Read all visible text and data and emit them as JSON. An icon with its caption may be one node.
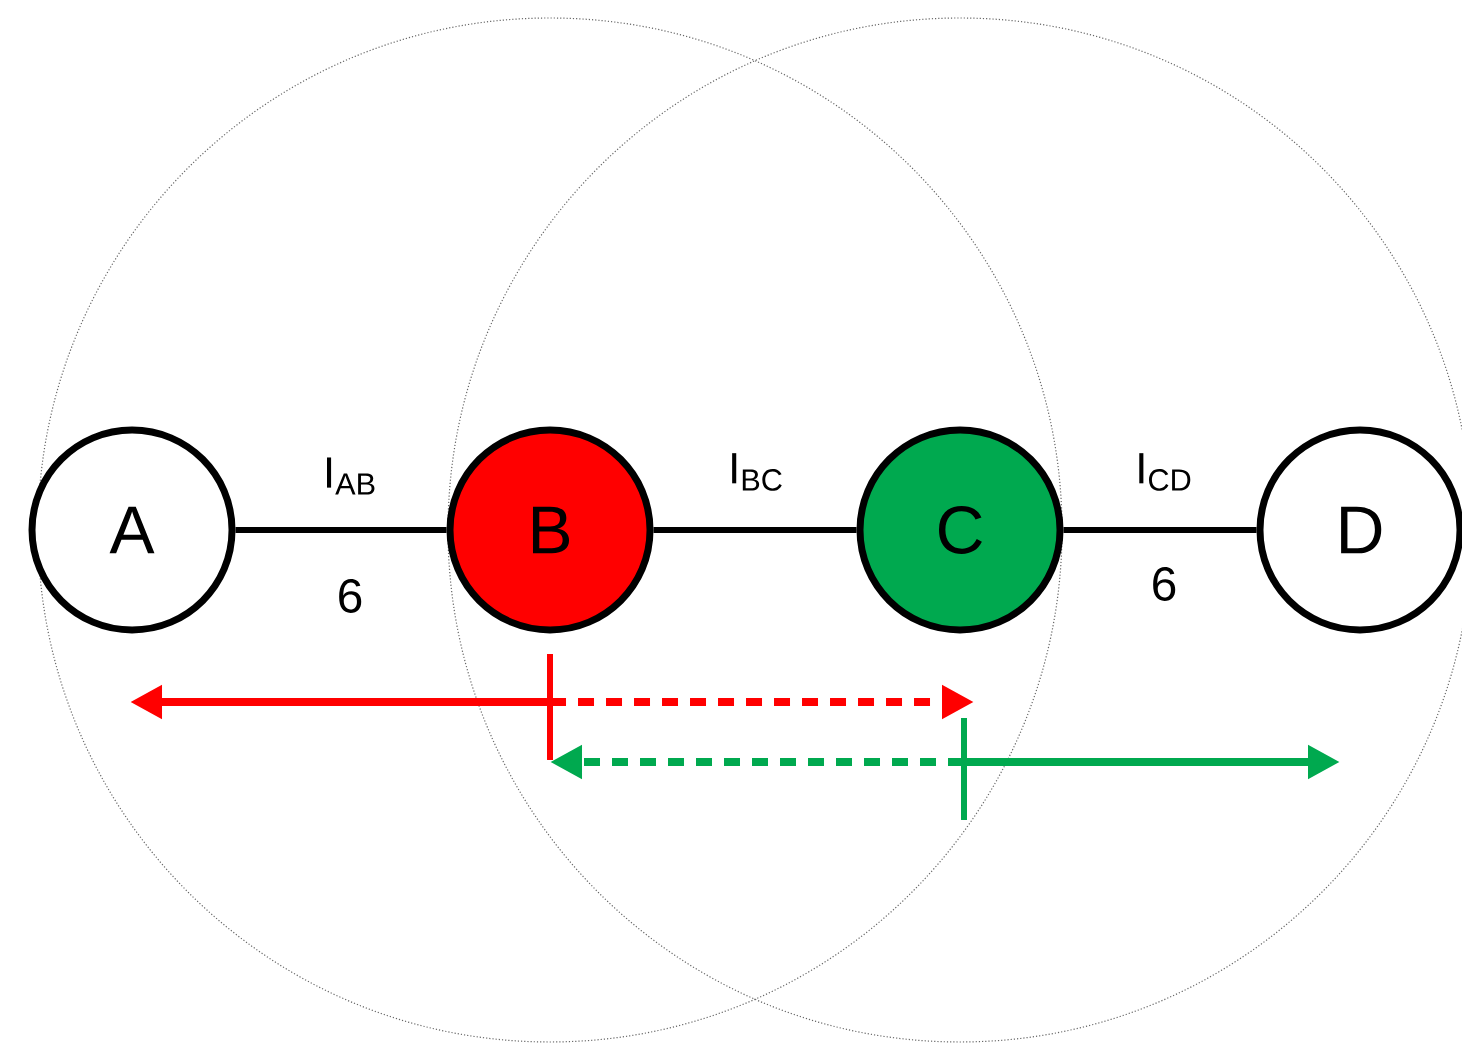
{
  "diagram": {
    "nodes": [
      {
        "text": [
          "A"
        ]
      },
      {
        "text": [
          "B"
        ]
      },
      {
        "text": [
          "C"
        ]
      },
      {
        "text": [
          "D"
        ]
      }
    ],
    "edges": [
      {
        "from": 0,
        "to": 1,
        "arrow": "none",
        "label": "I$_{AB}$"
      },
      {
        "from": 1,
        "to": 2,
        "arrow": "none",
        "label": "I$_{BC}$"
      },
      {
        "from": 2,
        "to": 3,
        "arrow": "none",
        "label": "I$_{CD}$"
      }
    ],
    "labels": [
      "6",
      "6"
    ]
  }
}
